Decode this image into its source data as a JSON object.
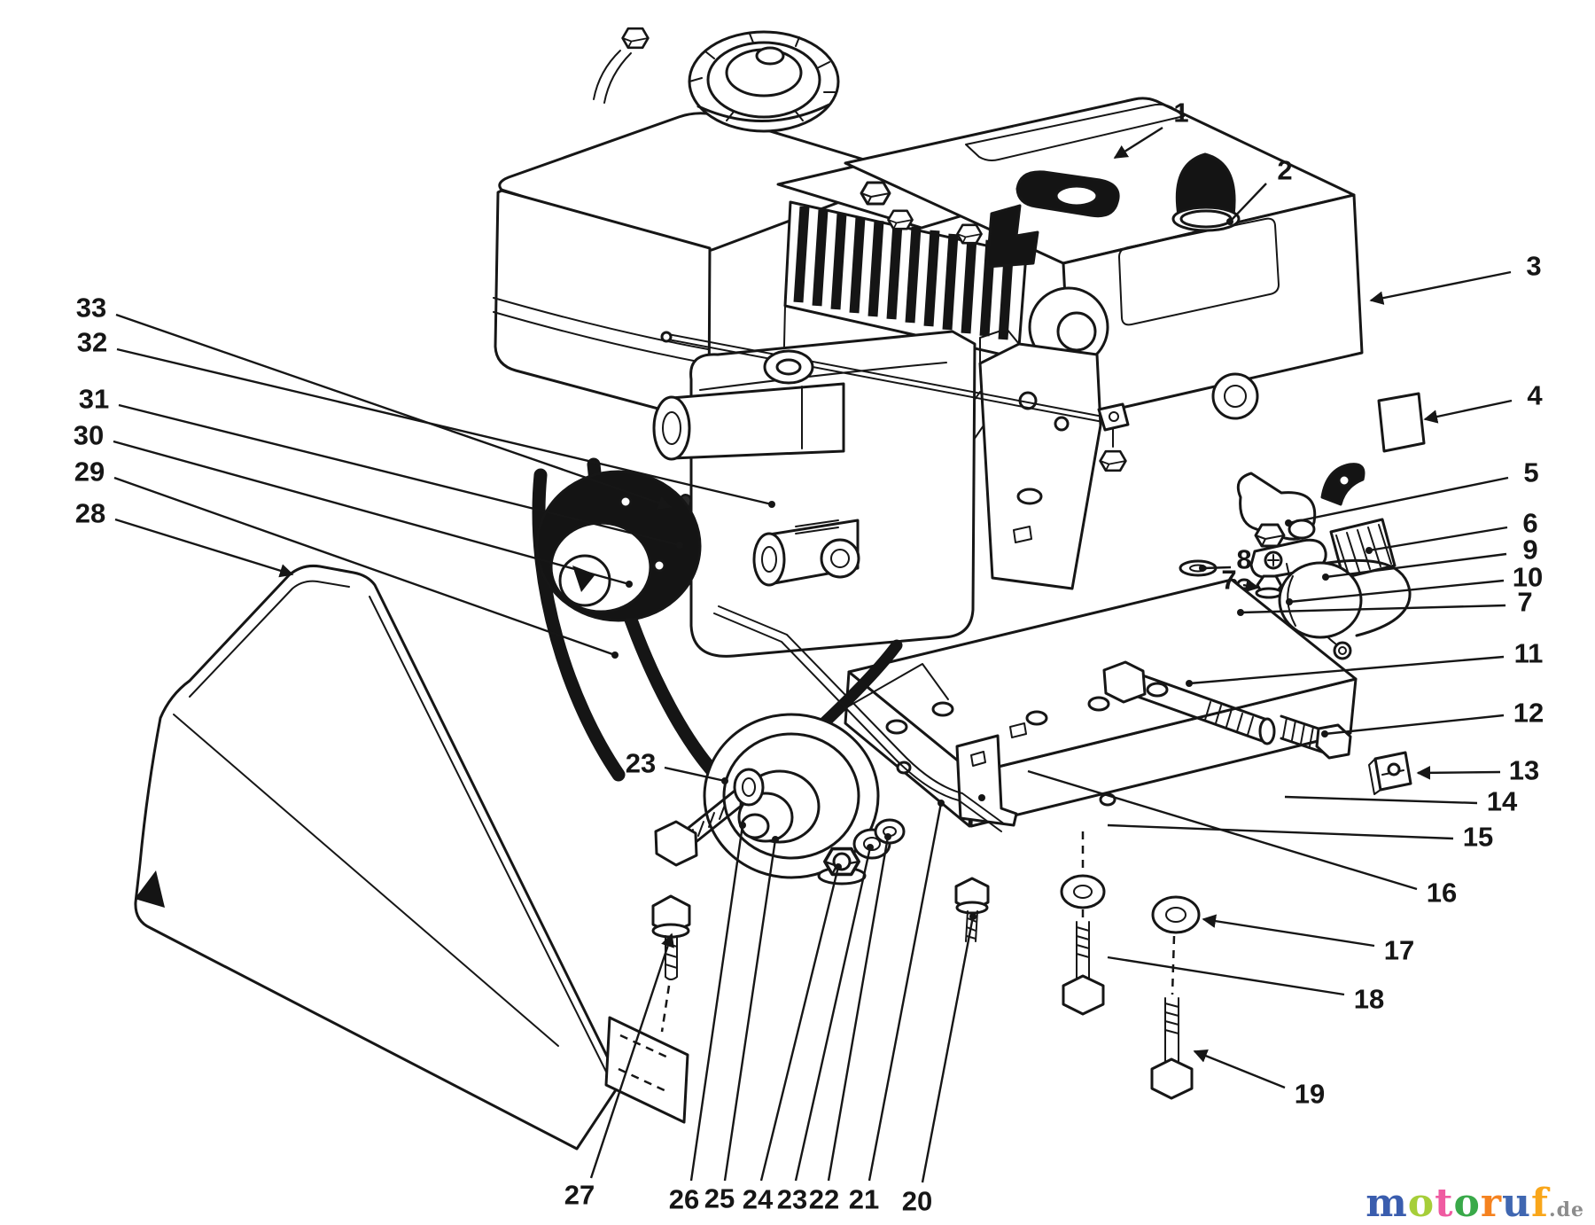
{
  "diagram": {
    "description": "Exploded parts diagram of a small gasoline engine assembly (fuel tank, control box, pulleys, belt cover, mounting hardware) with numbered callouts",
    "background": "#ffffff",
    "line_color": "#161616"
  },
  "watermark": {
    "letters": [
      {
        "ch": "m",
        "color": "#3a5dae"
      },
      {
        "ch": "o",
        "color": "#a6ce39"
      },
      {
        "ch": "t",
        "color": "#ef5ba1"
      },
      {
        "ch": "o",
        "color": "#39a949"
      },
      {
        "ch": "r",
        "color": "#f5821f"
      },
      {
        "ch": "u",
        "color": "#4067b1"
      },
      {
        "ch": "f",
        "color": "#f9a61a"
      }
    ],
    "suffix": ".de",
    "suffix_color": "#8c8c8c"
  },
  "callouts": [
    {
      "label": "1",
      "text": [
        1333,
        127
      ],
      "line": [
        1312,
        144,
        1258,
        178
      ],
      "end": "arrow"
    },
    {
      "label": "2",
      "text": [
        1450,
        192
      ],
      "line": [
        1429,
        207,
        1388,
        250
      ],
      "end": "dot"
    },
    {
      "label": "3",
      "text": [
        1731,
        300
      ],
      "line": [
        1705,
        307,
        1547,
        339
      ],
      "end": "arrow"
    },
    {
      "label": "4",
      "text": [
        1732,
        446
      ],
      "line": [
        1706,
        452,
        1608,
        473
      ],
      "end": "arrow"
    },
    {
      "label": "5",
      "text": [
        1728,
        533
      ],
      "line": [
        1702,
        539,
        1454,
        590
      ],
      "end": "dot"
    },
    {
      "label": "6",
      "text": [
        1727,
        590
      ],
      "line": [
        1701,
        595,
        1545,
        621
      ],
      "end": "dot"
    },
    {
      "label": "9",
      "text": [
        1727,
        620
      ],
      "line": [
        1700,
        625,
        1496,
        651
      ],
      "end": "dot"
    },
    {
      "label": "10",
      "text": [
        1724,
        651
      ],
      "line": [
        1697,
        655,
        1455,
        679
      ],
      "end": "dot"
    },
    {
      "label": "7",
      "text": [
        1721,
        679
      ],
      "line": [
        1699,
        683,
        1400,
        691
      ],
      "end": "dot"
    },
    {
      "label": "11",
      "text": [
        1725,
        737
      ],
      "line": [
        1697,
        741,
        1342,
        771
      ],
      "end": "dot"
    },
    {
      "label": "12",
      "text": [
        1725,
        804
      ],
      "line": [
        1697,
        807,
        1495,
        828
      ],
      "end": "dot"
    },
    {
      "label": "13",
      "text": [
        1720,
        869
      ],
      "line": [
        1693,
        871,
        1600,
        872
      ],
      "end": "arrow"
    },
    {
      "label": "14",
      "text": [
        1695,
        904
      ],
      "line": [
        1667,
        906,
        1450,
        899
      ],
      "end": "none"
    },
    {
      "label": "15",
      "text": [
        1668,
        944
      ],
      "line": [
        1640,
        946,
        1250,
        931
      ],
      "end": "none"
    },
    {
      "label": "16",
      "text": [
        1627,
        1007
      ],
      "line": [
        1599,
        1003,
        1160,
        870
      ],
      "end": "none"
    },
    {
      "label": "17",
      "text": [
        1579,
        1072
      ],
      "line": [
        1551,
        1067,
        1358,
        1037
      ],
      "end": "arrow"
    },
    {
      "label": "18",
      "text": [
        1545,
        1127
      ],
      "line": [
        1517,
        1122,
        1250,
        1080
      ],
      "end": "none"
    },
    {
      "label": "19",
      "text": [
        1478,
        1234
      ],
      "line": [
        1450,
        1227,
        1348,
        1186
      ],
      "end": "arrow"
    },
    {
      "label": "8",
      "text": [
        1404,
        631
      ],
      "line": [
        1389,
        640,
        1357,
        641
      ],
      "end": "dot"
    },
    {
      "label": "7",
      "text": [
        1387,
        654
      ],
      "line": [
        1403,
        660,
        1420,
        663
      ],
      "end": "arrow"
    },
    {
      "label": "23",
      "text": [
        723,
        861
      ],
      "line": [
        750,
        866,
        818,
        881
      ],
      "end": "dot"
    },
    {
      "label": "33",
      "text": [
        103,
        347
      ],
      "line": [
        131,
        355,
        757,
        572
      ],
      "end": "arrow"
    },
    {
      "label": "32",
      "text": [
        104,
        386
      ],
      "line": [
        132,
        394,
        871,
        569
      ],
      "end": "dot"
    },
    {
      "label": "31",
      "text": [
        106,
        450
      ],
      "line": [
        134,
        457,
        767,
        615
      ],
      "end": "dot"
    },
    {
      "label": "30",
      "text": [
        100,
        491
      ],
      "line": [
        128,
        498,
        710,
        659
      ],
      "end": "dot"
    },
    {
      "label": "29",
      "text": [
        101,
        532
      ],
      "line": [
        129,
        539,
        694,
        739
      ],
      "end": "dot"
    },
    {
      "label": "28",
      "text": [
        102,
        579
      ],
      "line": [
        130,
        586,
        330,
        648
      ],
      "end": "arrow"
    },
    {
      "label": "27",
      "text": [
        654,
        1348
      ],
      "line": [
        667,
        1329,
        758,
        1054
      ],
      "end": "arrow"
    },
    {
      "label": "26",
      "text": [
        772,
        1353
      ],
      "line": [
        780,
        1332,
        838,
        931
      ],
      "end": "dot"
    },
    {
      "label": "25",
      "text": [
        812,
        1352
      ],
      "line": [
        818,
        1332,
        875,
        947
      ],
      "end": "dot"
    },
    {
      "label": "24",
      "text": [
        855,
        1353
      ],
      "line": [
        859,
        1332,
        946,
        978
      ],
      "end": "dot"
    },
    {
      "label": "23",
      "text": [
        894,
        1353
      ],
      "line": [
        898,
        1332,
        982,
        956
      ],
      "end": "dot"
    },
    {
      "label": "22",
      "text": [
        930,
        1353
      ],
      "line": [
        935,
        1332,
        1002,
        944
      ],
      "end": "dot"
    },
    {
      "label": "21",
      "text": [
        975,
        1353
      ],
      "line": [
        981,
        1332,
        1062,
        906
      ],
      "end": "dot"
    },
    {
      "label": "20",
      "text": [
        1035,
        1355
      ],
      "line": [
        1041,
        1334,
        1098,
        1034
      ],
      "end": "dot"
    }
  ]
}
